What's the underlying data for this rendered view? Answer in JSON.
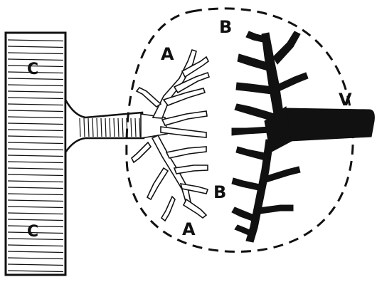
{
  "labels": {
    "trachea_upper": "C",
    "trachea_lower": "C",
    "bronchioles_upper": "A",
    "bronchioles_lower": "A",
    "lobule_upper": "B",
    "lobule_lower": "B",
    "vessel": "V"
  },
  "colors": {
    "ink": "#111111",
    "paper": "#ffffff"
  }
}
